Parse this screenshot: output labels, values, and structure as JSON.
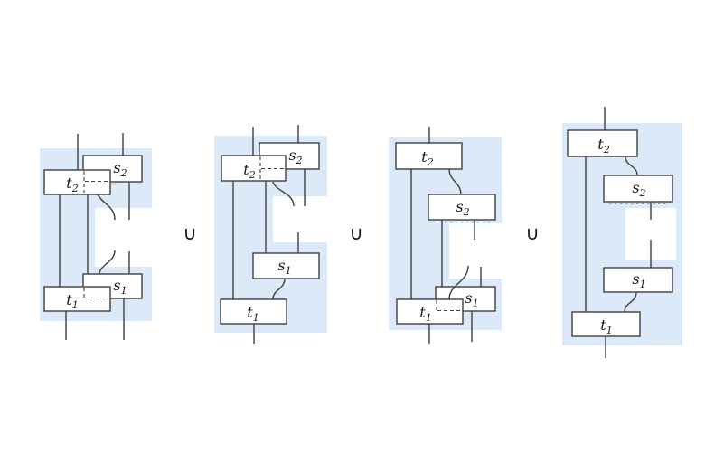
{
  "colors": {
    "highlight_blue": "#dce9f8",
    "wire": "#3f3f3f",
    "box_fill": "#ffffff",
    "box_border": "#3f3f3f",
    "label_text": "#1a1a1a",
    "hidden_edge_tick": "#9a9a9a",
    "page_background": "#ffffff"
  },
  "union_symbol": "∪",
  "diagrams": [
    {
      "id": "interleaving-1",
      "boxes": [
        {
          "id": "t2",
          "base": "t",
          "subscript": "2"
        },
        {
          "id": "s2",
          "base": "s",
          "subscript": "2"
        },
        {
          "id": "s1",
          "base": "s",
          "subscript": "1"
        },
        {
          "id": "t1",
          "base": "t",
          "subscript": "1"
        }
      ]
    },
    {
      "id": "interleaving-2",
      "boxes": [
        {
          "id": "t2",
          "base": "t",
          "subscript": "2"
        },
        {
          "id": "s2",
          "base": "s",
          "subscript": "2"
        },
        {
          "id": "s1",
          "base": "s",
          "subscript": "1"
        },
        {
          "id": "t1",
          "base": "t",
          "subscript": "1"
        }
      ]
    },
    {
      "id": "interleaving-3",
      "boxes": [
        {
          "id": "t2",
          "base": "t",
          "subscript": "2"
        },
        {
          "id": "s2",
          "base": "s",
          "subscript": "2"
        },
        {
          "id": "s1",
          "base": "s",
          "subscript": "1"
        },
        {
          "id": "t1",
          "base": "t",
          "subscript": "1"
        }
      ]
    },
    {
      "id": "interleaving-4",
      "boxes": [
        {
          "id": "t2",
          "base": "t",
          "subscript": "2"
        },
        {
          "id": "s2",
          "base": "s",
          "subscript": "2"
        },
        {
          "id": "s1",
          "base": "s",
          "subscript": "1"
        },
        {
          "id": "t1",
          "base": "t",
          "subscript": "1"
        }
      ]
    }
  ]
}
